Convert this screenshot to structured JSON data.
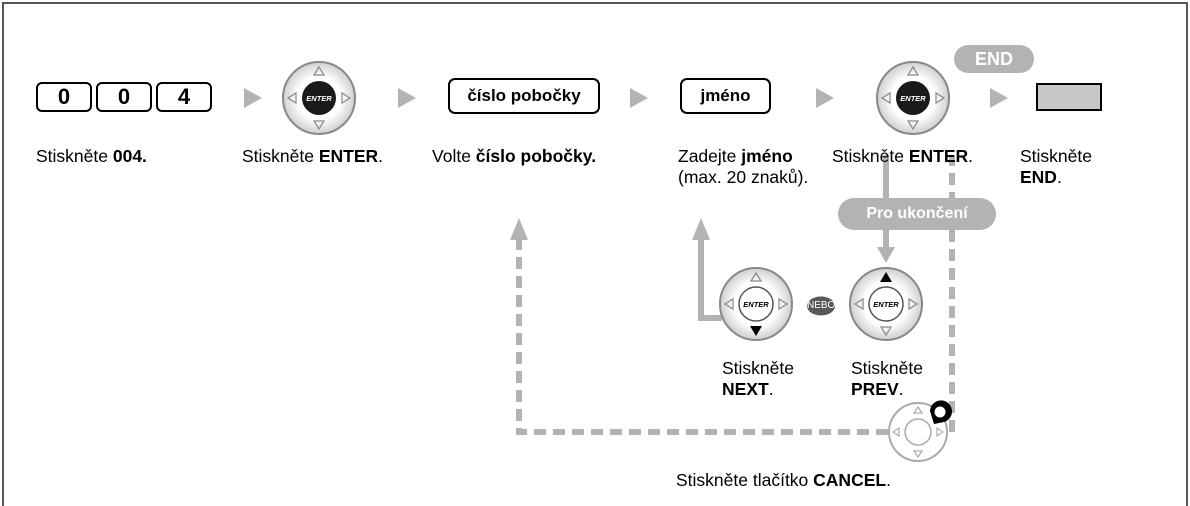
{
  "keys": [
    "0",
    "0",
    "4"
  ],
  "fields": {
    "branch": "číslo pobočky",
    "name": "jméno"
  },
  "end_label": "END",
  "finish_label": "Pro ukončení",
  "nebo_label": "NEBO",
  "enter_label": "ENTER",
  "steps": {
    "s1": {
      "pre": "Stiskněte ",
      "bold": "004."
    },
    "s2": {
      "pre": "Stiskněte ",
      "bold": "ENTER",
      "post": "."
    },
    "s3": {
      "pre": "Volte ",
      "bold": "číslo pobočky."
    },
    "s4": {
      "pre": "Zadejte ",
      "bold": "jméno",
      "line2": "(max. 20 znaků)."
    },
    "s5": {
      "pre": "Stiskněte ",
      "bold": "ENTER",
      "post": "."
    },
    "s6": {
      "line1": "Stiskněte",
      "bold": "END",
      "post": "."
    },
    "next": {
      "line1": "Stiskněte",
      "bold": "NEXT",
      "post": "."
    },
    "prev": {
      "line1": "Stiskněte",
      "bold": "PREV",
      "post": "."
    },
    "cancel": {
      "pre": "Stiskněte tlačítko ",
      "bold": "CANCEL",
      "post": "."
    }
  },
  "colors": {
    "flow_gray": "#b3b3b3",
    "end_button": "#c8c8c8",
    "frame": "#555555"
  }
}
